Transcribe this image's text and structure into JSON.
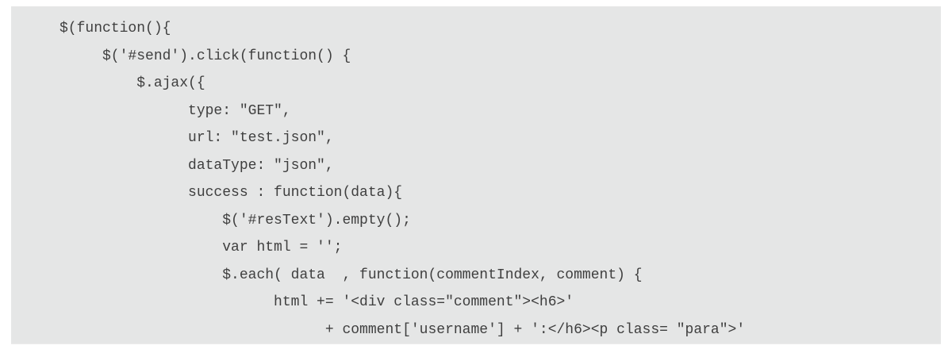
{
  "panel": {
    "background_color": "#e5e6e6",
    "page_background_color": "#ffffff",
    "text_color": "#3f3f3f",
    "language": "javascript"
  },
  "code": {
    "lines": [
      "$(function(){",
      "     $('#send').click(function() {",
      "         $.ajax({",
      "               type: \"GET\",",
      "               url: \"test.json\",",
      "               dataType: \"json\",",
      "               success : function(data){",
      "                   $('#resText').empty();",
      "                   var html = '';",
      "                   $.each( data  , function(commentIndex, comment) {",
      "                         html += '<div class=\"comment\"><h6>'",
      "                               + comment['username'] + ':</h6><p class= \"para\">'"
    ]
  }
}
